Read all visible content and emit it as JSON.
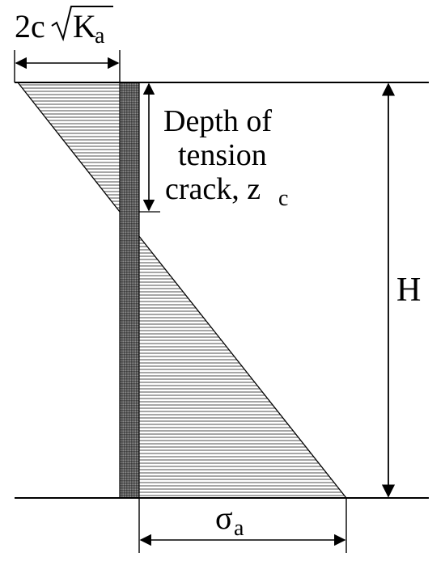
{
  "labels": {
    "active_width_main": "2c",
    "active_width_K": "K",
    "active_width_sub": "a",
    "crack_line1": "Depth of",
    "crack_line2": "tension",
    "crack_line3_main": "crack, z",
    "crack_line3_sub": "c",
    "height": "H",
    "sigma_main": "σ",
    "sigma_sub": "a"
  },
  "colors": {
    "ink": "#000000",
    "hatch": "#6a6a6a",
    "wall": "#555555",
    "background": "#ffffff"
  }
}
